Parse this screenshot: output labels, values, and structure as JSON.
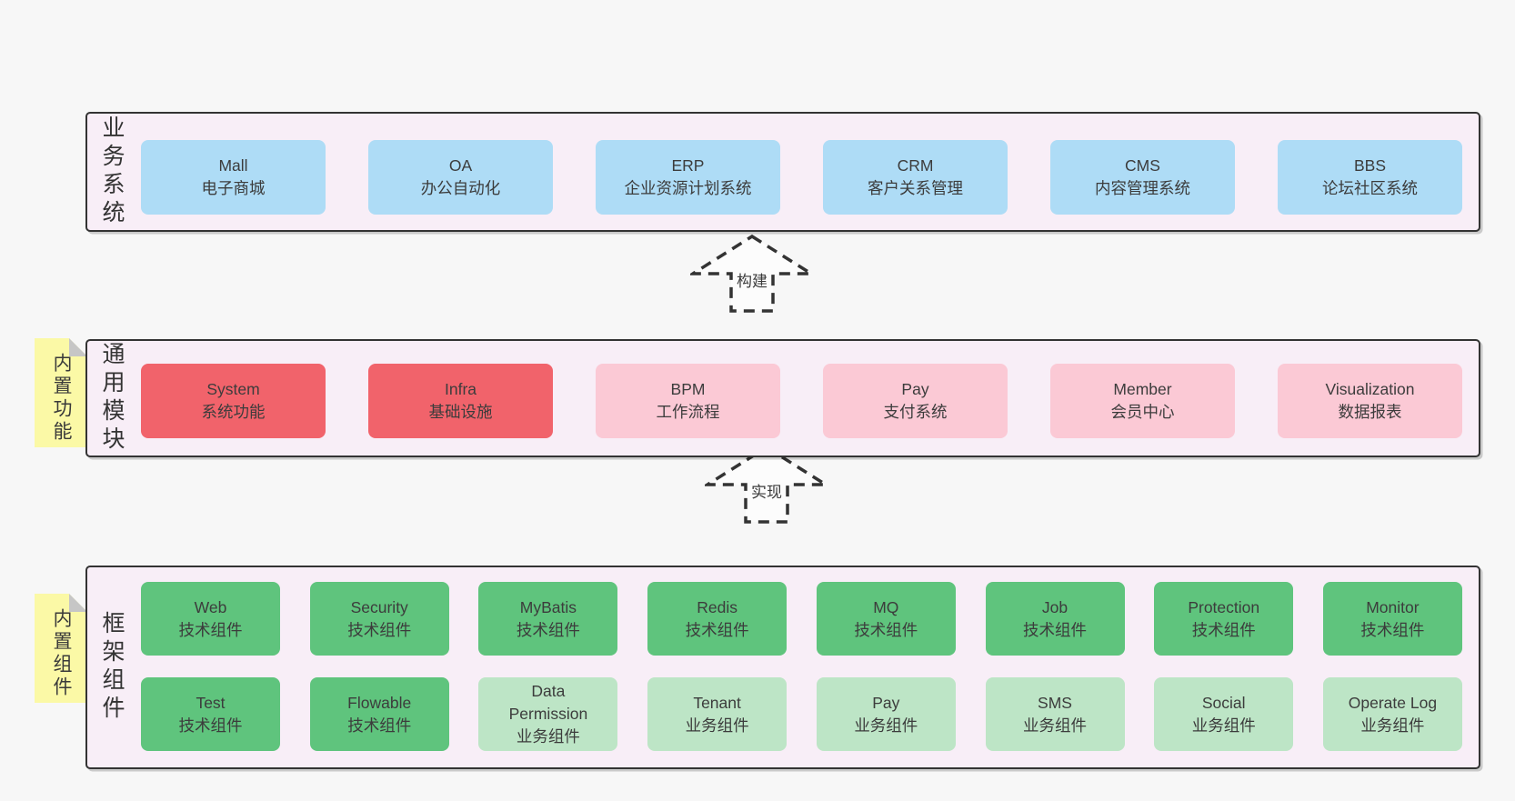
{
  "colors": {
    "pageBg": "#f7f7f7",
    "panelBg": "#f8eef7",
    "panelBorder": "#333333",
    "blue": "#aedcf6",
    "red": "#f1636b",
    "pink": "#fbc9d5",
    "green": "#5fc47d",
    "lightGreen": "#bde5c6",
    "sticky": "#fbf9a6",
    "stickyFold": "#c6c6c6",
    "arrowStroke": "#333333",
    "text": "#3c3c3c"
  },
  "arrows": [
    {
      "label": "构建"
    },
    {
      "label": "实现"
    }
  ],
  "panels": [
    {
      "name": "business-systems",
      "side_label": "业务系统",
      "rows": [
        [
          {
            "en": "Mall",
            "zh": "电子商城",
            "color": "blue"
          },
          {
            "en": "OA",
            "zh": "办公自动化",
            "color": "blue"
          },
          {
            "en": "ERP",
            "zh": "企业资源计划系统",
            "color": "blue"
          },
          {
            "en": "CRM",
            "zh": "客户关系管理",
            "color": "blue"
          },
          {
            "en": "CMS",
            "zh": "内容管理系统",
            "color": "blue"
          },
          {
            "en": "BBS",
            "zh": "论坛社区系统",
            "color": "blue"
          }
        ]
      ]
    },
    {
      "name": "common-modules",
      "side_label": "通用模块",
      "sticky_label": "内置功能",
      "rows": [
        [
          {
            "en": "System",
            "zh": "系统功能",
            "color": "red"
          },
          {
            "en": "Infra",
            "zh": "基础设施",
            "color": "red"
          },
          {
            "en": "BPM",
            "zh": "工作流程",
            "color": "pink"
          },
          {
            "en": "Pay",
            "zh": "支付系统",
            "color": "pink"
          },
          {
            "en": "Member",
            "zh": "会员中心",
            "color": "pink"
          },
          {
            "en": "Visualization",
            "zh": "数据报表",
            "color": "pink"
          }
        ]
      ]
    },
    {
      "name": "framework-components",
      "side_label": "框架组件",
      "sticky_label": "内置组件",
      "rows": [
        [
          {
            "en": "Web",
            "zh": "技术组件",
            "color": "green"
          },
          {
            "en": "Security",
            "zh": "技术组件",
            "color": "green"
          },
          {
            "en": "MyBatis",
            "zh": "技术组件",
            "color": "green"
          },
          {
            "en": "Redis",
            "zh": "技术组件",
            "color": "green"
          },
          {
            "en": "MQ",
            "zh": "技术组件",
            "color": "green"
          },
          {
            "en": "Job",
            "zh": "技术组件",
            "color": "green"
          },
          {
            "en": "Protection",
            "zh": "技术组件",
            "color": "green"
          },
          {
            "en": "Monitor",
            "zh": "技术组件",
            "color": "green"
          }
        ],
        [
          {
            "en": "Test",
            "zh": "技术组件",
            "color": "green"
          },
          {
            "en": "Flowable",
            "zh": "技术组件",
            "color": "green"
          },
          {
            "en": "Data Permission",
            "zh": "业务组件",
            "color": "lightGreen"
          },
          {
            "en": "Tenant",
            "zh": "业务组件",
            "color": "lightGreen"
          },
          {
            "en": "Pay",
            "zh": "业务组件",
            "color": "lightGreen"
          },
          {
            "en": "SMS",
            "zh": "业务组件",
            "color": "lightGreen"
          },
          {
            "en": "Social",
            "zh": "业务组件",
            "color": "lightGreen"
          },
          {
            "en": "Operate Log",
            "zh": "业务组件",
            "color": "lightGreen"
          }
        ]
      ]
    }
  ]
}
